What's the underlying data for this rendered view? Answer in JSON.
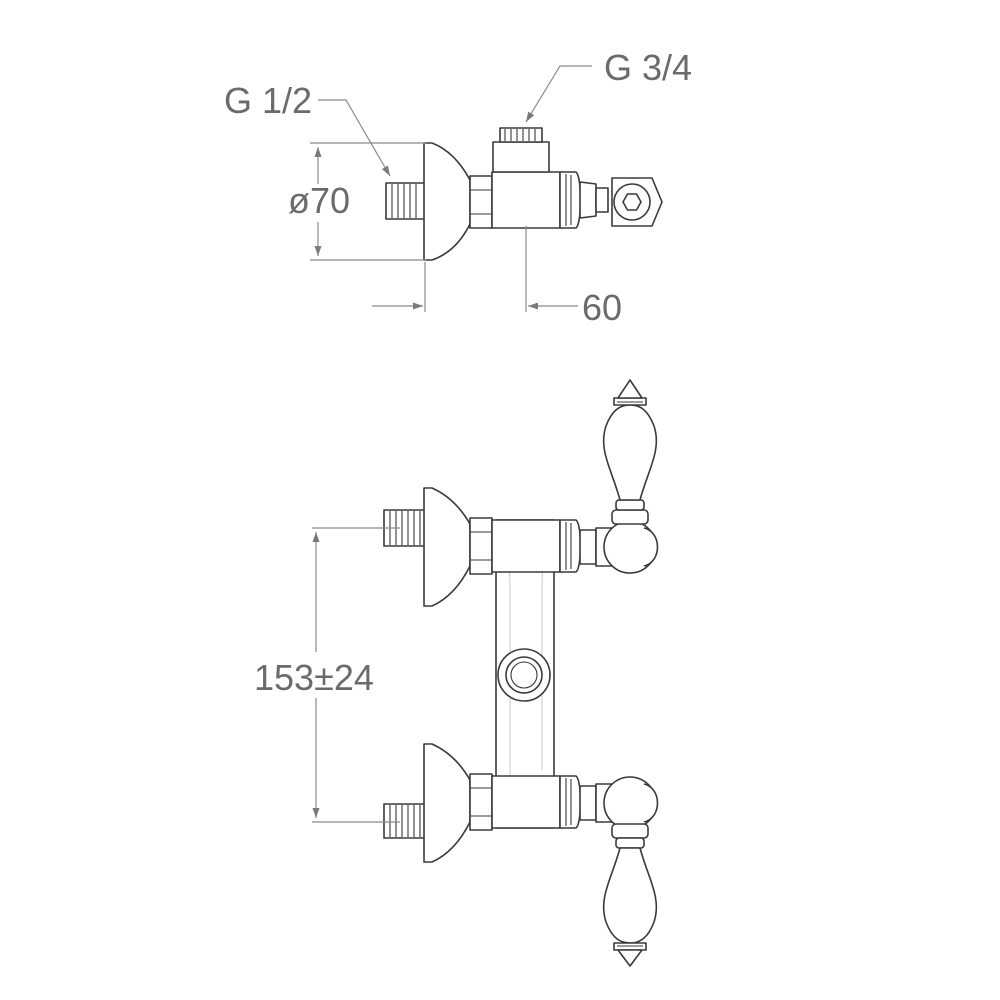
{
  "labels": {
    "inlet_thread": "G 1/2",
    "outlet_thread": "G 3/4",
    "flange_diameter": "ø70",
    "projection": "60",
    "center_distance": "153±24"
  },
  "colors": {
    "line": "#3a3a3a",
    "dimension": "#8a8a8a",
    "text": "#6b6b6b",
    "background": "#ffffff"
  }
}
